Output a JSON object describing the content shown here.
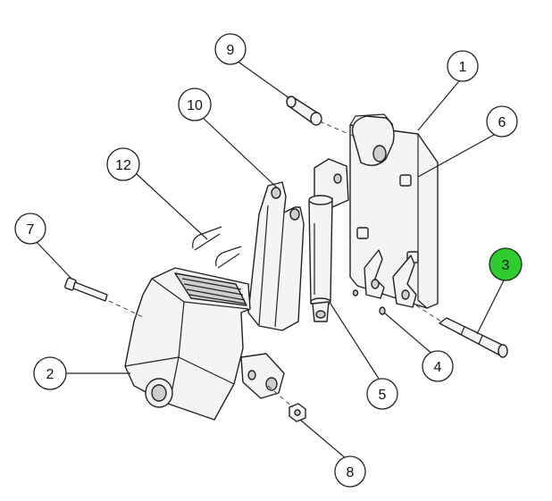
{
  "colors": {
    "highlight": "#2ecc2e",
    "outline": "#222222",
    "callout_fill": "#ffffff"
  },
  "callouts": [
    {
      "id": "1",
      "label": "1",
      "highlighted": false
    },
    {
      "id": "2",
      "label": "2",
      "highlighted": false
    },
    {
      "id": "3",
      "label": "3",
      "highlighted": true
    },
    {
      "id": "4",
      "label": "4",
      "highlighted": false
    },
    {
      "id": "5",
      "label": "5",
      "highlighted": false
    },
    {
      "id": "6",
      "label": "6",
      "highlighted": false
    },
    {
      "id": "7",
      "label": "7",
      "highlighted": false
    },
    {
      "id": "8",
      "label": "8",
      "highlighted": false
    },
    {
      "id": "9",
      "label": "9",
      "highlighted": false
    },
    {
      "id": "10",
      "label": "10",
      "highlighted": false
    },
    {
      "id": "12",
      "label": "12",
      "highlighted": false
    }
  ]
}
